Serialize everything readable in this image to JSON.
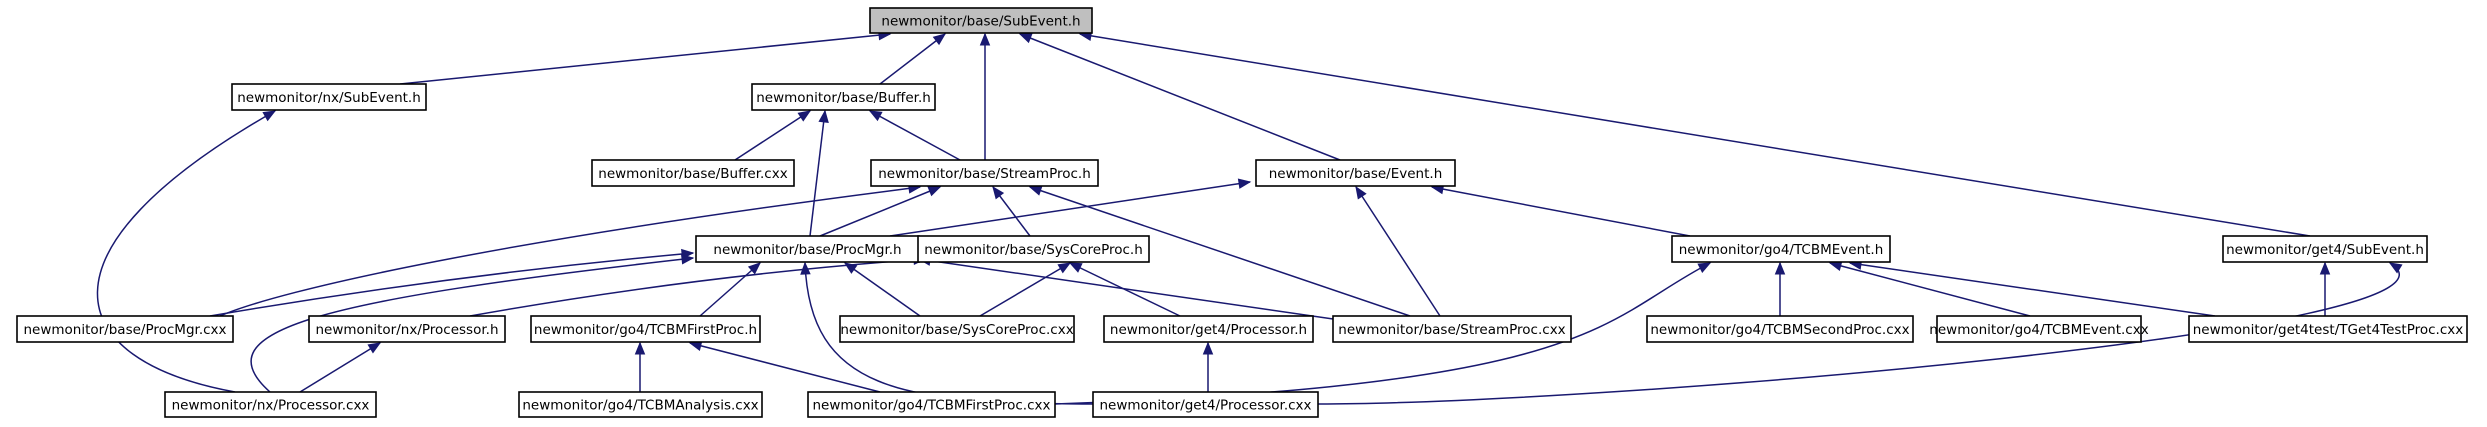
{
  "graph": {
    "nodes": [
      {
        "id": "root",
        "label": "newmonitor/base/SubEvent.h"
      },
      {
        "id": "nx_subevent",
        "label": "newmonitor/nx/SubEvent.h"
      },
      {
        "id": "buffer_h",
        "label": "newmonitor/base/Buffer.h"
      },
      {
        "id": "buffer_cxx",
        "label": "newmonitor/base/Buffer.cxx"
      },
      {
        "id": "streamproc_h",
        "label": "newmonitor/base/StreamProc.h"
      },
      {
        "id": "event_h",
        "label": "newmonitor/base/Event.h"
      },
      {
        "id": "get4_subevent",
        "label": "newmonitor/get4/SubEvent.h"
      },
      {
        "id": "procmgr_h",
        "label": "newmonitor/base/ProcMgr.h"
      },
      {
        "id": "syscoreproc_h",
        "label": "newmonitor/base/SysCoreProc.h"
      },
      {
        "id": "tcbmevent_h",
        "label": "newmonitor/go4/TCBMEvent.h"
      },
      {
        "id": "procmgr_cxx",
        "label": "newmonitor/base/ProcMgr.cxx"
      },
      {
        "id": "nx_processor_h",
        "label": "newmonitor/nx/Processor.h"
      },
      {
        "id": "tcbmfirstproc_h",
        "label": "newmonitor/go4/TCBMFirstProc.h"
      },
      {
        "id": "syscoreproc_cxx",
        "label": "newmonitor/base/SysCoreProc.cxx"
      },
      {
        "id": "get4_processor_h",
        "label": "newmonitor/get4/Processor.h"
      },
      {
        "id": "streamproc_cxx",
        "label": "newmonitor/base/StreamProc.cxx"
      },
      {
        "id": "tcbmsecondproc_cxx",
        "label": "newmonitor/go4/TCBMSecondProc.cxx"
      },
      {
        "id": "tcbmevent_cxx",
        "label": "newmonitor/go4/TCBMEvent.cxx"
      },
      {
        "id": "tget4testproc_cxx",
        "label": "newmonitor/get4test/TGet4TestProc.cxx"
      },
      {
        "id": "nx_processor_cxx",
        "label": "newmonitor/nx/Processor.cxx"
      },
      {
        "id": "tcbmanalysis_cxx",
        "label": "newmonitor/go4/TCBMAnalysis.cxx"
      },
      {
        "id": "tcbmfirstproc_cxx",
        "label": "newmonitor/go4/TCBMFirstProc.cxx"
      },
      {
        "id": "get4_processor_cxx",
        "label": "newmonitor/get4/Processor.cxx"
      }
    ],
    "edges": [
      {
        "from": "root",
        "to": "nx_subevent"
      },
      {
        "from": "root",
        "to": "buffer_h"
      },
      {
        "from": "root",
        "to": "streamproc_h"
      },
      {
        "from": "root",
        "to": "event_h"
      },
      {
        "from": "root",
        "to": "get4_subevent"
      },
      {
        "from": "nx_subevent",
        "to": "nx_processor_cxx"
      },
      {
        "from": "buffer_h",
        "to": "buffer_cxx"
      },
      {
        "from": "buffer_h",
        "to": "streamproc_h"
      },
      {
        "from": "buffer_h",
        "to": "procmgr_h"
      },
      {
        "from": "streamproc_h",
        "to": "procmgr_h"
      },
      {
        "from": "streamproc_h",
        "to": "syscoreproc_h"
      },
      {
        "from": "streamproc_h",
        "to": "procmgr_cxx"
      },
      {
        "from": "streamproc_h",
        "to": "streamproc_cxx"
      },
      {
        "from": "event_h",
        "to": "procmgr_h"
      },
      {
        "from": "event_h",
        "to": "tcbmevent_h"
      },
      {
        "from": "event_h",
        "to": "streamproc_cxx"
      },
      {
        "from": "get4_subevent",
        "to": "tget4testproc_cxx"
      },
      {
        "from": "get4_subevent",
        "to": "get4_processor_cxx"
      },
      {
        "from": "procmgr_h",
        "to": "procmgr_cxx"
      },
      {
        "from": "procmgr_h",
        "to": "nx_processor_cxx"
      },
      {
        "from": "procmgr_h",
        "to": "tcbmfirstproc_h"
      },
      {
        "from": "procmgr_h",
        "to": "syscoreproc_cxx"
      },
      {
        "from": "procmgr_h",
        "to": "streamproc_cxx"
      },
      {
        "from": "procmgr_h",
        "to": "get4_processor_cxx"
      },
      {
        "from": "syscoreproc_h",
        "to": "nx_processor_h"
      },
      {
        "from": "syscoreproc_h",
        "to": "syscoreproc_cxx"
      },
      {
        "from": "syscoreproc_h",
        "to": "get4_processor_h"
      },
      {
        "from": "tcbmevent_h",
        "to": "tcbmsecondproc_cxx"
      },
      {
        "from": "tcbmevent_h",
        "to": "tcbmevent_cxx"
      },
      {
        "from": "tcbmevent_h",
        "to": "tget4testproc_cxx"
      },
      {
        "from": "tcbmevent_h",
        "to": "tcbmfirstproc_cxx"
      },
      {
        "from": "nx_processor_h",
        "to": "nx_processor_cxx"
      },
      {
        "from": "tcbmfirstproc_h",
        "to": "tcbmanalysis_cxx"
      },
      {
        "from": "tcbmfirstproc_h",
        "to": "tcbmfirstproc_cxx"
      },
      {
        "from": "get4_processor_h",
        "to": "get4_processor_cxx"
      }
    ]
  },
  "colors": {
    "edge": "#191970",
    "root_fill": "#bfbfbf",
    "node_fill": "#ffffff",
    "node_border": "#000000"
  }
}
